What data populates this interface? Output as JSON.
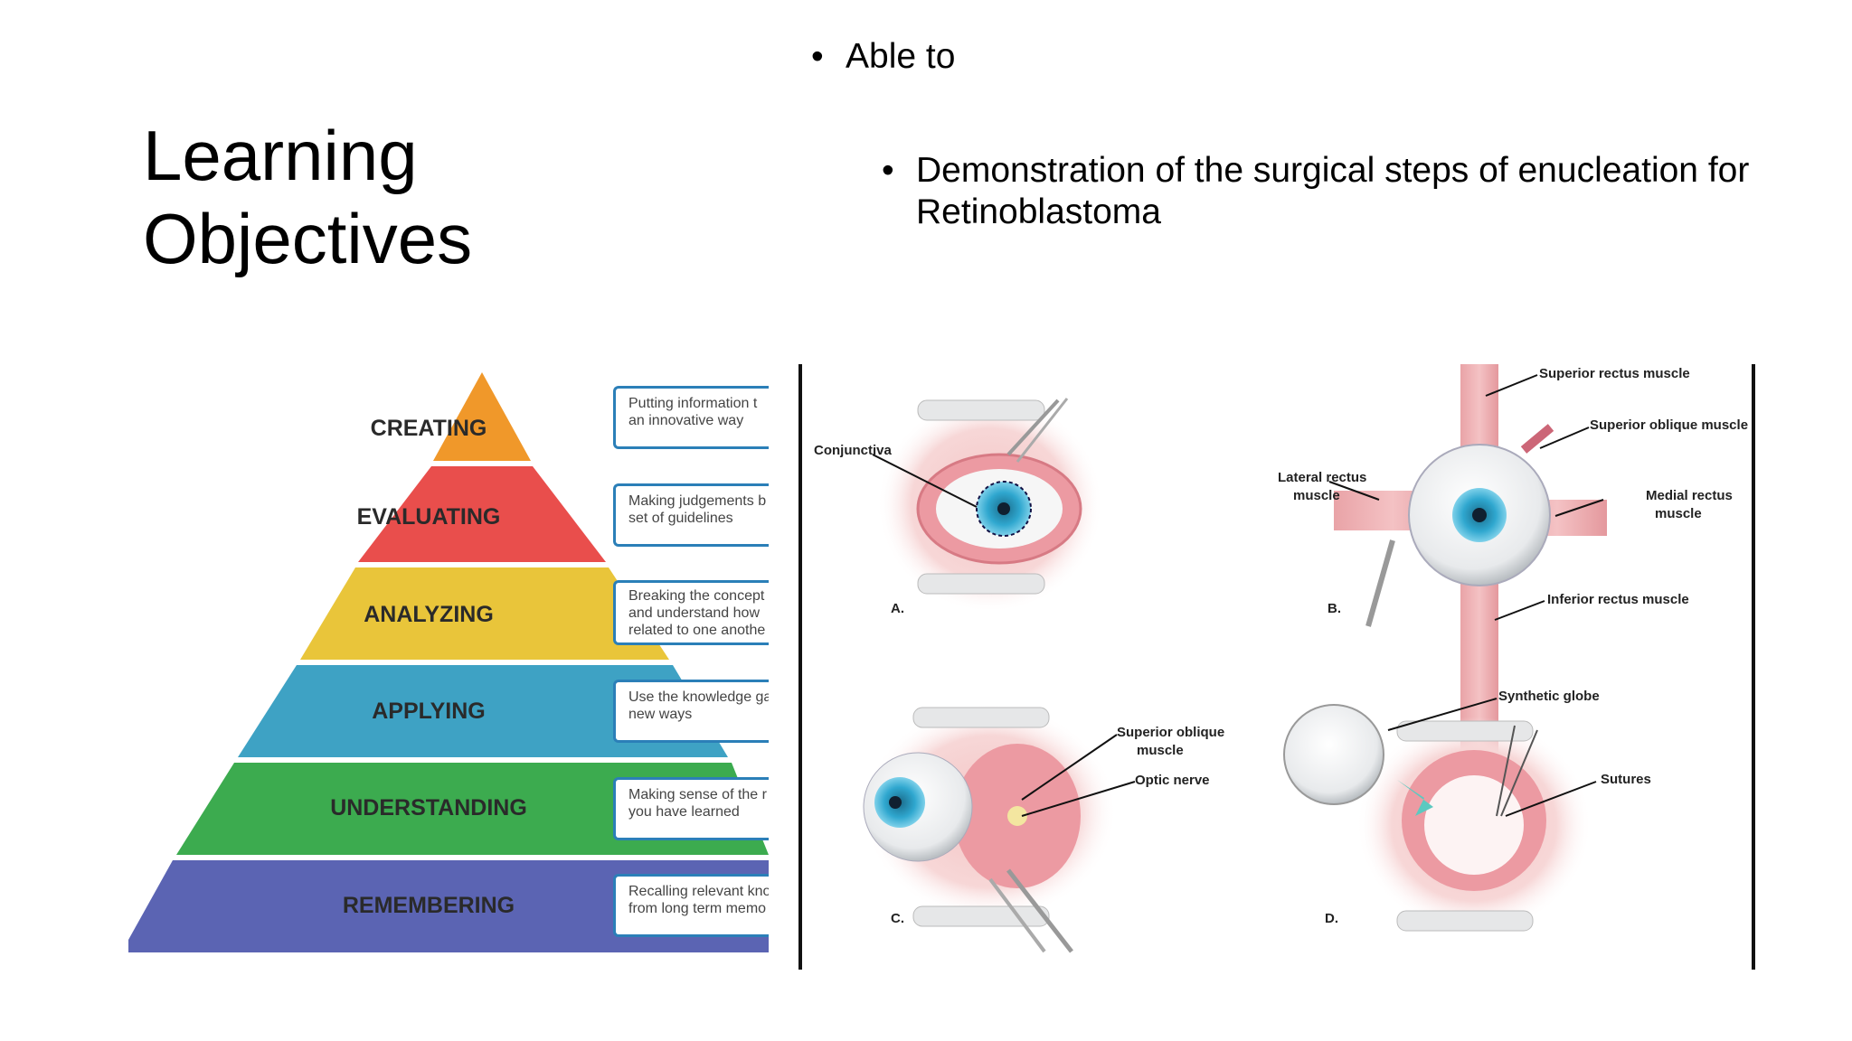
{
  "slide": {
    "title_line1": "Learning",
    "title_line2": "Objectives",
    "bullet1": "Able to",
    "bullet2": "Demonstration of the surgical steps of enucleation for Retinoblastoma"
  },
  "bloom": {
    "levels": [
      {
        "label": "CREATING",
        "color": "#f0982a",
        "desc1": "Putting information t",
        "desc2": "an innovative way",
        "desc3": ""
      },
      {
        "label": "EVALUATING",
        "color": "#e94e4c",
        "desc1": "Making judgements b",
        "desc2": "set of guidelines",
        "desc3": ""
      },
      {
        "label": "ANALYZING",
        "color": "#e9c53a",
        "desc1": "Breaking the concept",
        "desc2": "and understand how",
        "desc3": "related to one anothe"
      },
      {
        "label": "APPLYING",
        "color": "#3ea2c4",
        "desc1": "Use the knowledge ga",
        "desc2": "new ways",
        "desc3": ""
      },
      {
        "label": "UNDERSTANDING",
        "color": "#3cab4f",
        "desc1": "Making sense of the r",
        "desc2": "you have learned",
        "desc3": ""
      },
      {
        "label": "REMEMBERING",
        "color": "#5b64b3",
        "desc1": "Recalling relevant kno",
        "desc2": "from long term memo",
        "desc3": ""
      }
    ]
  },
  "surgery": {
    "panel_a": "A.",
    "panel_b": "B.",
    "panel_c": "C.",
    "panel_d": "D.",
    "conjunctiva": "Conjunctiva",
    "superior_rectus": "Superior rectus muscle",
    "superior_oblique": "Superior oblique muscle",
    "lateral_rectus_1": "Lateral rectus",
    "lateral_rectus_2": "muscle",
    "medial_rectus_1": "Medial rectus",
    "medial_rectus_2": "muscle",
    "inferior_rectus": "Inferior rectus muscle",
    "c_superior_oblique_1": "Superior oblique",
    "c_superior_oblique_2": "muscle",
    "optic_nerve": "Optic nerve",
    "synthetic_globe": "Synthetic globe",
    "sutures": "Sutures"
  }
}
